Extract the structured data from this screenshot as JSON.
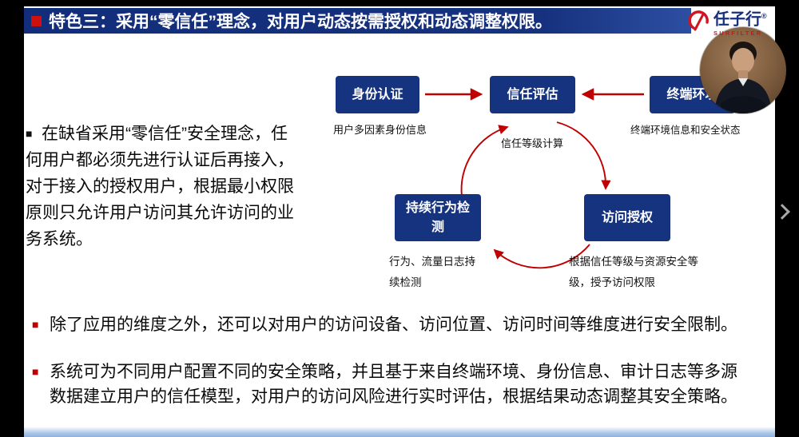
{
  "title_bar": {
    "text": "特色三：采用“零信任”理念，对用户动态按需授权和动态调整权限。"
  },
  "brand": {
    "company": "任子行",
    "registered": "®",
    "subtitle": "SURFILTER"
  },
  "diagram": {
    "nodes": [
      {
        "label": "身份认证",
        "caption": "用户多因素身份信息"
      },
      {
        "label": "信任评估",
        "caption": "信任等级计算"
      },
      {
        "label": "终端环境",
        "caption": "终端环境信息和安全状态"
      },
      {
        "label": "持续行为检测",
        "caption": "行为、流量日志持续检测"
      },
      {
        "label": "访问授权",
        "caption": "根据信任等级与资源安全等级，授予访问权限"
      }
    ]
  },
  "bullets": {
    "marker": "■",
    "left_paragraph": "在缺省采用“零信任”安全理念，任何用户都必须先进行认证后再接入，对于接入的授权用户，根据最小权限原则只允许用户访问其允许访问的业务系统。",
    "item1": "除了应用的维度之外，还可以对用户的访问设备、访问位置、访问时间等维度进行安全限制。",
    "item2": "系统可为不同用户配置不同的安全策略，并且基于来自终端环境、身份信息、审计日志等多源数据建立用户的信任模型，对用户的访问风险进行实时评估，根据结果动态调整其安全策略。"
  },
  "icons": {
    "next": "chevron-right",
    "brand_mark": "red-swirl-logo"
  },
  "colors": {
    "navy": "#16337f",
    "red": "#c00000",
    "title_red": "#d00f0f"
  }
}
